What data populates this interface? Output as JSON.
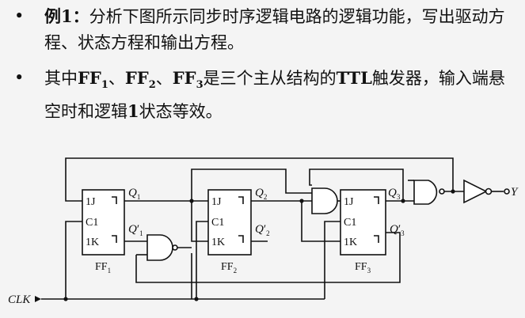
{
  "bullets": [
    {
      "marker": "•",
      "lead": "例1",
      "lead_colon": "：",
      "text": "分析下图所示同步时序逻辑电路的逻辑功能，写出驱动方程、状态方程和输出方程。"
    },
    {
      "marker": "•",
      "prefix": "其中",
      "ff_prefix": "FF",
      "ff_subs": [
        "1",
        "2",
        "3"
      ],
      "sep": "、",
      "suffix_part1": "是三个主从结构的",
      "ttl": "TTL",
      "suffix_part2": "触发器，输入端悬空时和逻辑",
      "logic_one": "1",
      "suffix_part3": "状态等效。"
    }
  ],
  "circuit": {
    "flipflops": [
      {
        "name": "FF",
        "sub": "1",
        "j": "1J",
        "c": "C1",
        "k": "1K"
      },
      {
        "name": "FF",
        "sub": "2",
        "j": "1J",
        "c": "C1",
        "k": "1K"
      },
      {
        "name": "FF",
        "sub": "3",
        "j": "1J",
        "c": "C1",
        "k": "1K"
      }
    ],
    "q_label": "Q",
    "qbar_mark": "′",
    "q_subs": [
      "1",
      "2",
      "3"
    ],
    "clk_label": "CLK",
    "output_label": "Y"
  }
}
